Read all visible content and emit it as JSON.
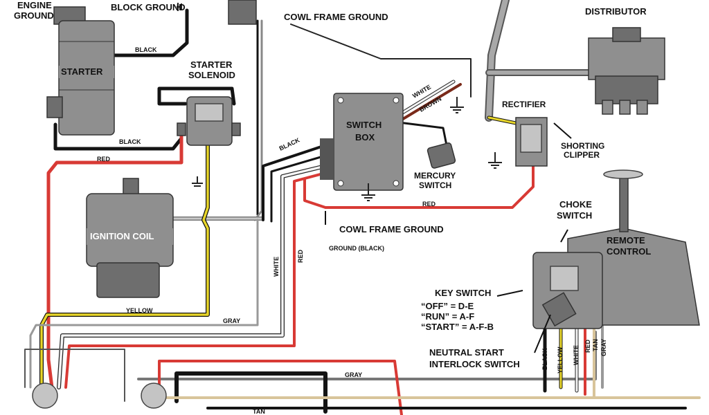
{
  "labels": {
    "engine_ground": [
      "ENGINE",
      "GROUND"
    ],
    "block_ground": [
      "BLOCK GROUND"
    ],
    "starter": "STARTER",
    "starter_solenoid": [
      "STARTER",
      "SOLENOID"
    ],
    "ignition_coil": "IGNITION COIL",
    "cowl_frame_ground_top": "COWL FRAME GROUND",
    "cowl_frame_ground_mid": "COWL FRAME GROUND",
    "ground_black": "GROUND (BLACK)",
    "switch_box": [
      "SWITCH",
      "BOX"
    ],
    "mercury_switch": [
      "MERCURY",
      "SWITCH"
    ],
    "distributor": "DISTRIBUTOR",
    "rectifier": "RECTIFIER",
    "shorting_clipper": [
      "SHORTING",
      "CLIPPER"
    ],
    "choke_switch": [
      "CHOKE",
      "SWITCH"
    ],
    "remote_control": [
      "REMOTE",
      "CONTROL"
    ],
    "key_switch": "KEY SWITCH",
    "key_off": "“OFF” = D-E",
    "key_run": "“RUN” = A-F",
    "key_start": "“START” = A-F-B",
    "neutral_start": [
      "NEUTRAL START",
      "INTERLOCK SWITCH"
    ]
  },
  "wire_labels": {
    "black_top": "BLACK",
    "black_mid": "BLACK",
    "black_switchbox": "BLACK",
    "red_left": "RED",
    "white_top": "WHITE",
    "brown_top": "BROWN",
    "red_rectifier": "RED",
    "yellow_bottom": "YELLOW",
    "gray_mid": "GRAY",
    "white_vertical": "WHITE",
    "red_vertical": "RED",
    "gray_bottom": "GRAY",
    "tan_bottom": "TAN",
    "black_remote": "BLACK",
    "yellow_remote": "YELLOW",
    "white_remote": "WHITE",
    "red_remote": "RED",
    "tan_remote": "TAN",
    "gray_remote": "GRAY"
  },
  "colors": {
    "wire_black": "#141414",
    "wire_red": "#d83a35",
    "wire_yellow": "#e8d62a",
    "wire_gray": "#9a9a9a",
    "wire_white": "#f4f4f4",
    "wire_brown": "#7a2a1a",
    "wire_tan": "#d8c49a",
    "component": "#8f8f8f"
  }
}
